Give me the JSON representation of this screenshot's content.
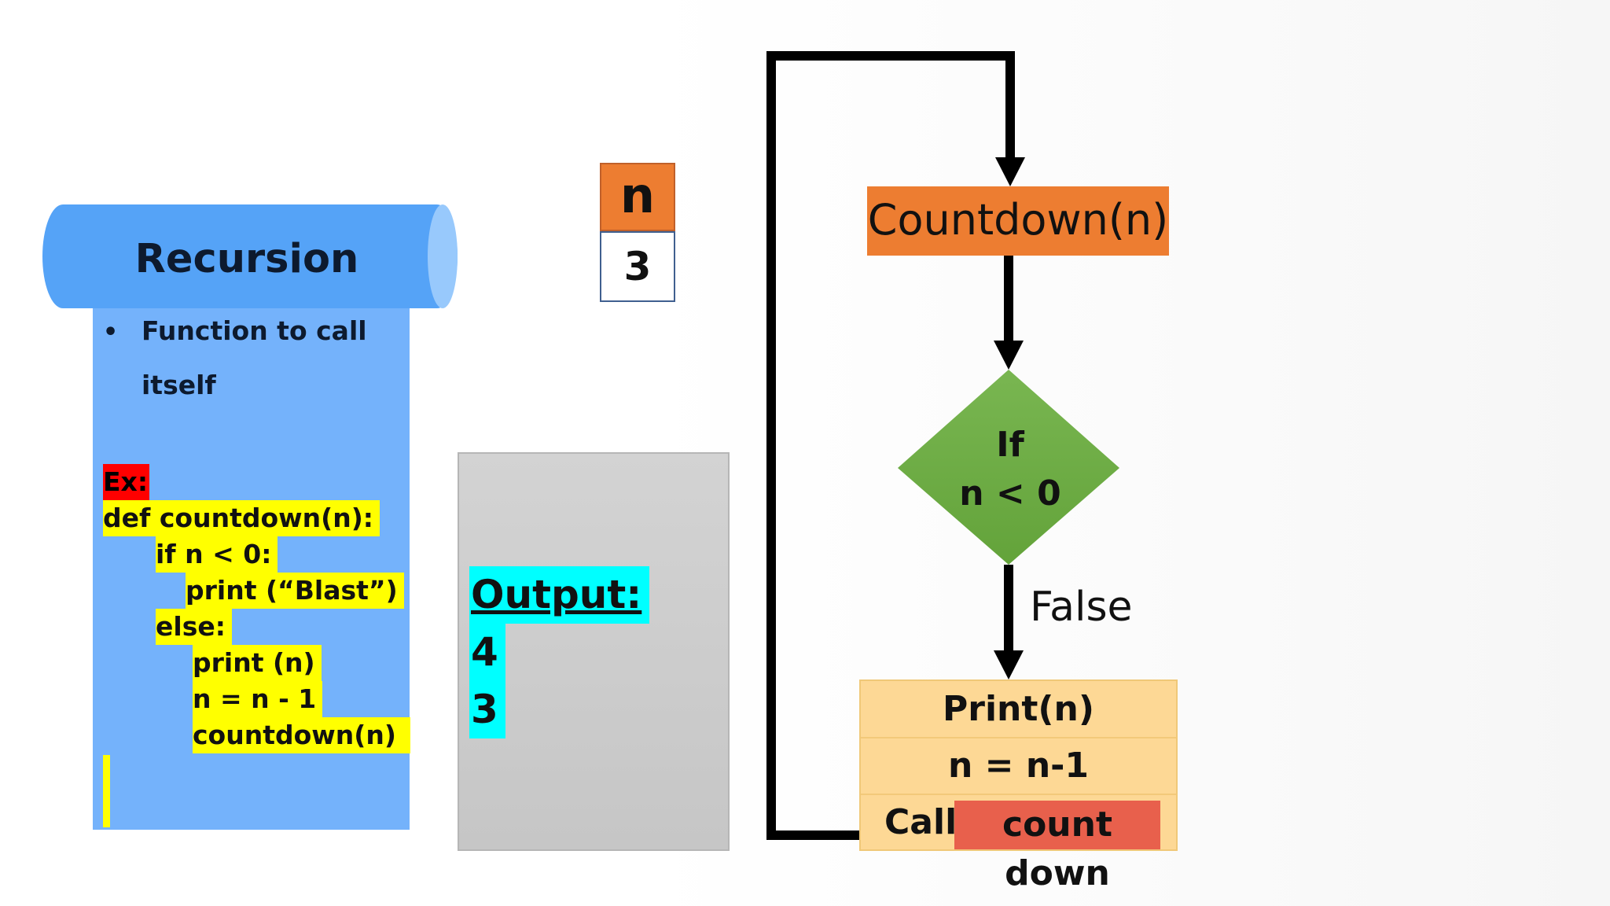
{
  "scroll": {
    "title": "Recursion",
    "bullet": "•",
    "description_line1": "Function to call",
    "description_line2": "itself",
    "example_label": "Ex:",
    "code_lines": [
      "def countdown(n):",
      "if n < 0:",
      "print (“Blast”)",
      "else:",
      "print (n)",
      "n = n - 1",
      "countdown(n)"
    ]
  },
  "variable": {
    "name": "n",
    "value": "3"
  },
  "output": {
    "label": "Output:",
    "values": [
      "4",
      "3"
    ]
  },
  "flowchart": {
    "start_label": "Countdown(n)",
    "decision_line1": "If",
    "decision_line2": "n < 0",
    "false_label": "False",
    "print_label": "Print(n)",
    "assign_label": "n = n-1",
    "call_word": "Call",
    "call_target": "count down"
  },
  "colors": {
    "scroll_body": "#74b2fb",
    "scroll_roll": "#55a3f7",
    "code_highlight": "#ffff00",
    "example_highlight": "#ff0000",
    "variable_header": "#ed7d31",
    "output_highlight": "#00ffff",
    "start_box": "#ed7d31",
    "decision": "#70ad47",
    "process_block": "#fdd895",
    "call_highlight": "#e8604c"
  }
}
